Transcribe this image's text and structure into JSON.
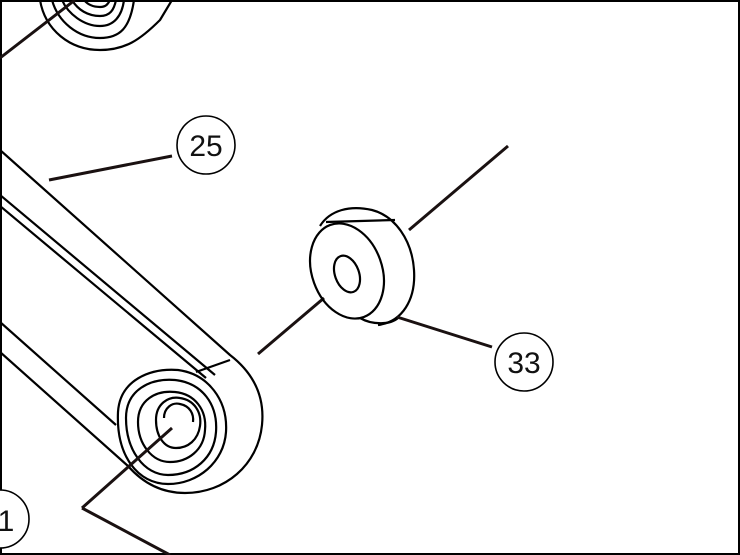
{
  "callouts": {
    "part_25": "25",
    "part_33": "33",
    "part_1_partial": "1"
  },
  "colors": {
    "line": "#000000",
    "leader": "#1a1111",
    "background": "#ffffff"
  }
}
